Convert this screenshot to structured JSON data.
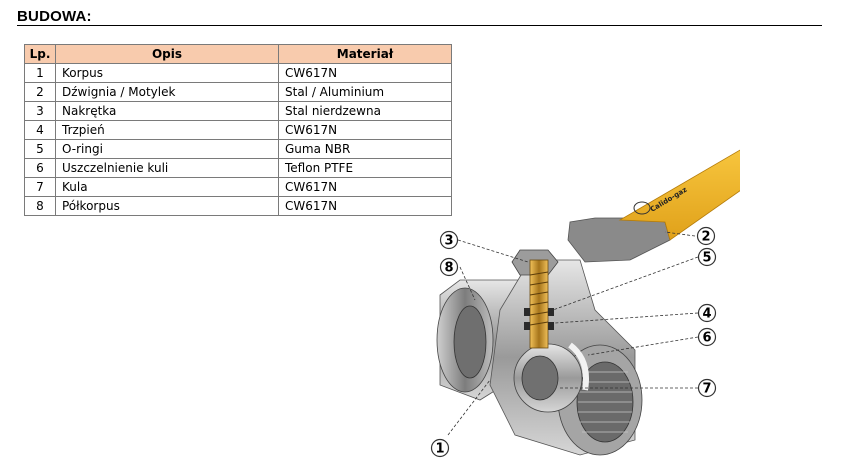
{
  "heading": "BUDOWA:",
  "table": {
    "headers": {
      "number": "Lp.",
      "description": "Opis",
      "material": "Materiał"
    },
    "rows": [
      {
        "number": "1",
        "description": "Korpus",
        "material": "CW617N"
      },
      {
        "number": "2",
        "description": "Dźwignia / Motylek",
        "material": "Stal / Aluminium"
      },
      {
        "number": "3",
        "description": "Nakrętka",
        "material": "Stal nierdzewna"
      },
      {
        "number": "4",
        "description": "Trzpień",
        "material": "CW617N"
      },
      {
        "number": "5",
        "description": "O-ringi",
        "material": "Guma NBR"
      },
      {
        "number": "6",
        "description": "Uszczelnienie kuli",
        "material": "Teflon PTFE"
      },
      {
        "number": "7",
        "description": "Kula",
        "material": "CW617N"
      },
      {
        "number": "8",
        "description": "Półkorpus",
        "material": "CW617N"
      }
    ]
  },
  "diagram": {
    "callouts": [
      "1",
      "2",
      "3",
      "4",
      "5",
      "6",
      "7",
      "8"
    ],
    "handle_imprint": "Calido-gaz",
    "colors": {
      "header_fill": "#f8cbad",
      "handle": "#f0b323",
      "body": "#b9b9b9"
    }
  }
}
